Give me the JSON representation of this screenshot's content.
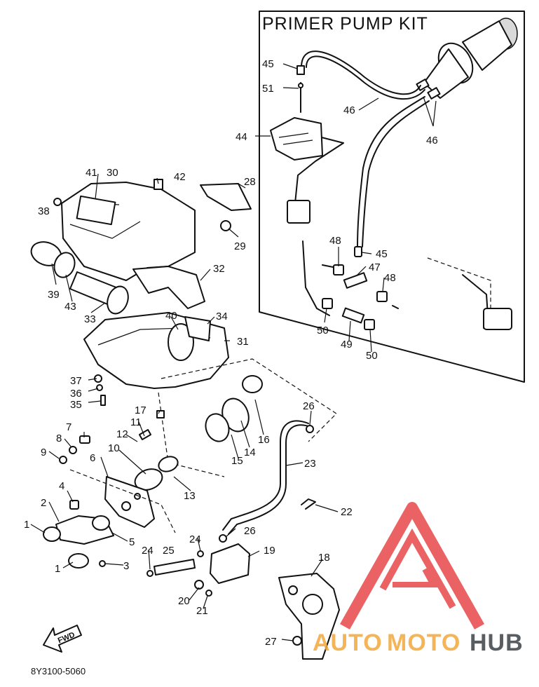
{
  "kit_title": "PRIMER PUMP KIT",
  "catalog_code": "8Y3100-5060",
  "fwd_arrow_text": "FWD",
  "watermark": {
    "auto": "AUTO",
    "moto": "MOTO",
    "hub": "HUB",
    "colors": {
      "red": "#e8474a",
      "orange": "#f3a73c",
      "gray": "#3d4348"
    }
  },
  "callouts": {
    "n1a": "1",
    "n1b": "1",
    "n2": "2",
    "n3": "3",
    "n4": "4",
    "n5": "5",
    "n6": "6",
    "n7": "7",
    "n8": "8",
    "n9": "9",
    "n10": "10",
    "n11": "11",
    "n12": "12",
    "n13": "13",
    "n14": "14",
    "n15": "15",
    "n16": "16",
    "n17": "17",
    "n18": "18",
    "n19": "19",
    "n20": "20",
    "n21": "21",
    "n22": "22",
    "n23": "23",
    "n24a": "24",
    "n24b": "24",
    "n25": "25",
    "n26a": "26",
    "n26b": "26",
    "n27": "27",
    "n28": "28",
    "n29": "29",
    "n30": "30",
    "n31": "31",
    "n32": "32",
    "n33": "33",
    "n34": "34",
    "n35": "35",
    "n36": "36",
    "n37": "37",
    "n38": "38",
    "n39": "39",
    "n40": "40",
    "n41": "41",
    "n42": "42",
    "n43": "43",
    "n44": "44",
    "n45a": "45",
    "n45b": "45",
    "n46a": "46",
    "n46b": "46",
    "n47": "47",
    "n48a": "48",
    "n48b": "48",
    "n49": "49",
    "n50a": "50",
    "n50b": "50",
    "n51": "51"
  }
}
